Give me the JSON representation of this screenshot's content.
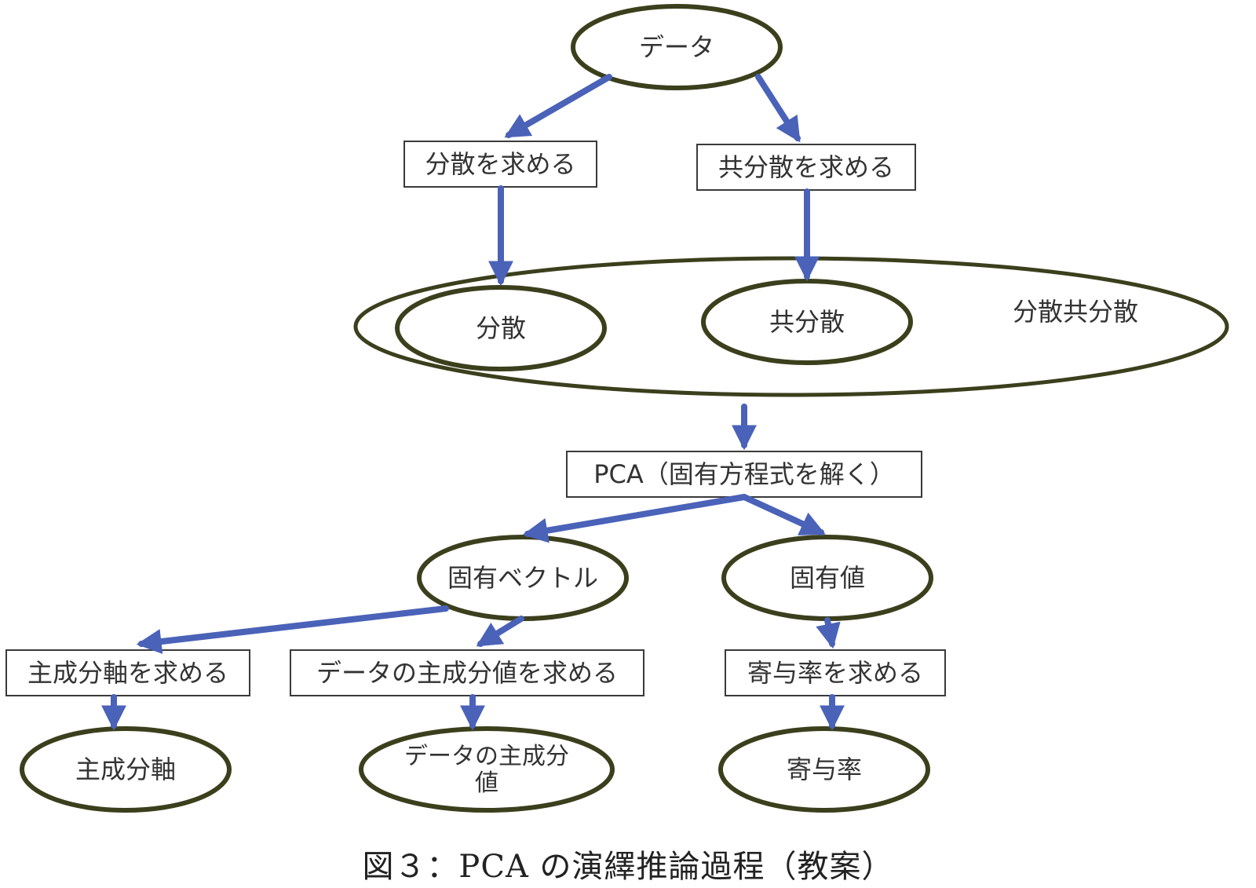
{
  "nodes": {
    "data": "データ",
    "find_variance": "分散を求める",
    "find_covariance": "共分散を求める",
    "variance": "分散",
    "covariance": "共分散",
    "variance_covariance": "分散共分散",
    "pca": "PCA（固有方程式を解く）",
    "eigenvector": "固有ベクトル",
    "eigenvalue": "固有値",
    "find_principal_axis": "主成分軸を求める",
    "find_principal_scores": "データの主成分値を求める",
    "find_contribution": "寄与率を求める",
    "principal_axis": "主成分軸",
    "principal_scores": "データの主成分値",
    "contribution_ratio": "寄与率"
  },
  "caption": "図３：PCA の演繹推論過程（教案）",
  "colors": {
    "arrow": "#4a62b8",
    "ellipse_stroke": "#3b3f1c",
    "box_stroke": "#3a3a3a"
  }
}
